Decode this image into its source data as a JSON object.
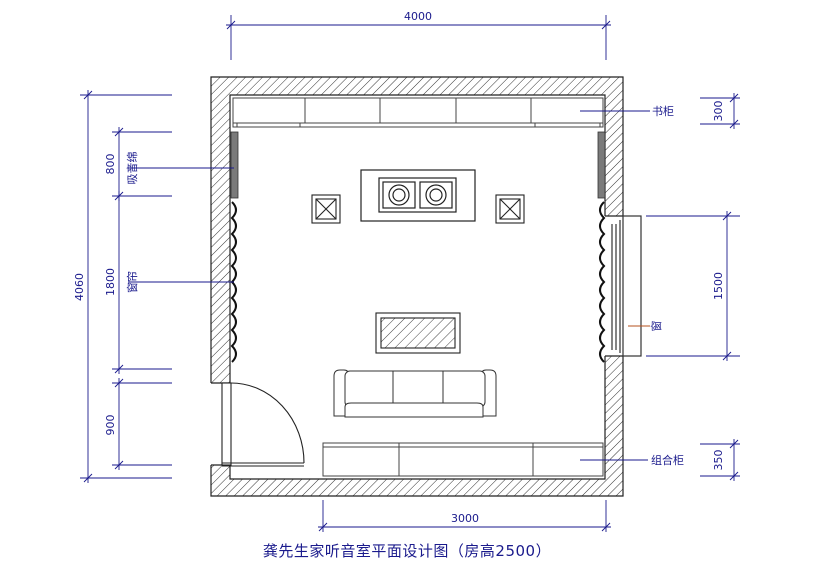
{
  "dimensions": {
    "top_width": "4000",
    "bottom_width": "3000",
    "left_total": "4060",
    "left_seg_top": "800",
    "left_seg_mid": "1800",
    "left_seg_bottom": "900",
    "right_bookshelf": "300",
    "right_window": "1500",
    "right_cabinet": "350"
  },
  "labels": {
    "sound_absorbing": "吸音绵",
    "curtain": "窗帘",
    "bookshelf": "书柜",
    "window": "窗",
    "combo_cabinet": "组合柜"
  },
  "caption": "龚先生家听音室平面设计图（房高2500）"
}
